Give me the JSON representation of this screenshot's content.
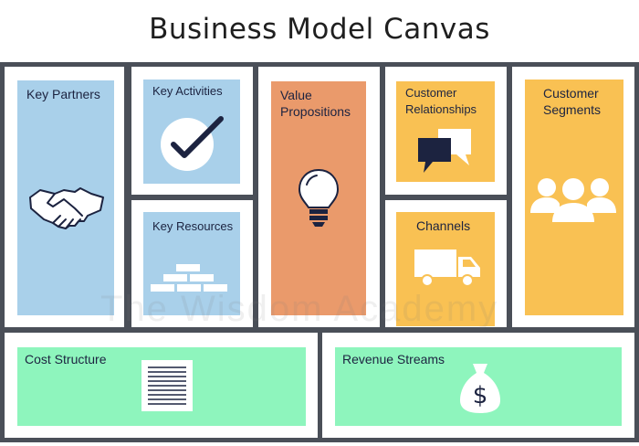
{
  "title": "Business Model Canvas",
  "watermark": "The Wisdom Academy",
  "colors": {
    "blue": "#a9d0ea",
    "orange": "#ea9a6b",
    "yellow": "#f9c153",
    "green": "#8ef5bd",
    "navy": "#1c2340",
    "border": "#4a4f58"
  },
  "blocks": {
    "key_partners": {
      "label": "Key Partners",
      "icon": "handshake-icon"
    },
    "key_activities": {
      "label": "Key Activities",
      "icon": "checkmark-icon"
    },
    "key_resources": {
      "label": "Key Resources",
      "icon": "bricks-icon"
    },
    "value_propositions": {
      "label": "Value Propositions",
      "icon": "lightbulb-icon"
    },
    "customer_relationships": {
      "label": "Customer Relationships",
      "icon": "chat-bubbles-icon"
    },
    "channels": {
      "label": "Channels",
      "icon": "truck-icon"
    },
    "customer_segments": {
      "label": "Customer Segments",
      "icon": "people-icon"
    },
    "cost_structure": {
      "label": "Cost Structure",
      "icon": "document-icon"
    },
    "revenue_streams": {
      "label": "Revenue Streams",
      "icon": "money-bag-icon"
    }
  },
  "money_symbol": "$"
}
